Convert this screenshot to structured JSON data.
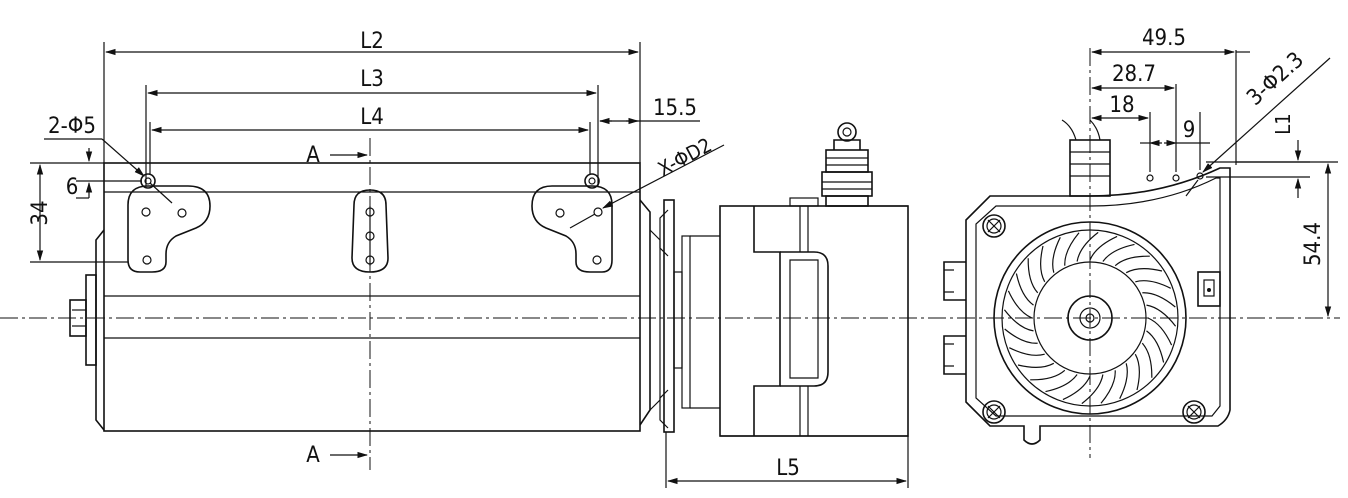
{
  "left_view": {
    "dims": {
      "overall_length": "L2",
      "mounting_span": "L3",
      "hole_span": "L4",
      "flange_offset": "15.5",
      "height_34": "34",
      "offset_6": "6"
    },
    "holes": {
      "large_holes": "2-Φ5",
      "small_holes": "X-ΦD2"
    },
    "section_marks": {
      "top": "A",
      "bottom": "A"
    }
  },
  "middle_view": {
    "dims": {
      "motor_length": "L5"
    }
  },
  "right_view": {
    "dims": {
      "d_49_5": "49.5",
      "d_28_7": "28.7",
      "d_18": "18",
      "d_9": "9",
      "d_l1": "L1",
      "d_54_4": "54.4"
    },
    "holes": {
      "small_holes": "3-Φ2.3"
    }
  }
}
